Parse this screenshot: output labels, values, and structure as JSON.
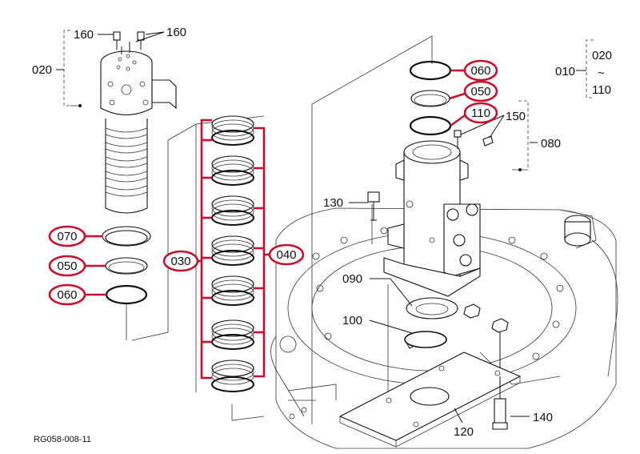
{
  "diagram_id": "RG058-008-11",
  "colors": {
    "highlight": "#c8102e",
    "line": "#111111",
    "background": "#ffffff"
  },
  "labels": {
    "p010": "010",
    "p020_range_start": "020",
    "p020_range_tilde": "~",
    "p020_range_end": "110",
    "p020": "020",
    "p160_a": "160",
    "p160_b": "160",
    "p070": "070",
    "p050_left": "050",
    "p060_left": "060",
    "p030": "030",
    "p040": "040",
    "p060_right": "060",
    "p050_right": "050",
    "p110": "110",
    "p150": "150",
    "p080": "080",
    "p130": "130",
    "p090": "090",
    "p100": "100",
    "p120": "120",
    "p140": "140"
  },
  "highlighted_parts": [
    "070",
    "050",
    "060",
    "030",
    "040",
    "110"
  ]
}
